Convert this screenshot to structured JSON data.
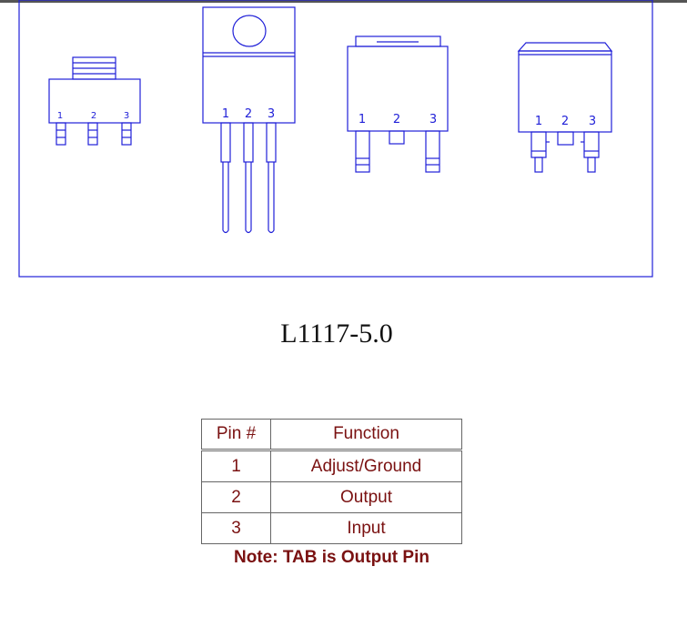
{
  "diagram": {
    "line_color": "#2020d8",
    "packages": [
      {
        "pin_labels": [
          "1",
          "2",
          "3"
        ]
      },
      {
        "pin_labels": [
          "1",
          "2",
          "3"
        ]
      },
      {
        "pin_labels": [
          "1",
          "2",
          "3"
        ]
      },
      {
        "pin_labels": [
          "1",
          "2",
          "3"
        ]
      }
    ]
  },
  "part_number": "L1117-5.0",
  "pinout_table": {
    "headers": [
      "Pin #",
      "Function"
    ],
    "rows": [
      [
        "1",
        "Adjust/Ground"
      ],
      [
        "2",
        "Output"
      ],
      [
        "3",
        "Input"
      ]
    ]
  },
  "note": "Note: TAB is Output Pin",
  "colors": {
    "text_accent": "#7a1111",
    "diagram_lines": "#2020d8",
    "border": "#666666"
  }
}
